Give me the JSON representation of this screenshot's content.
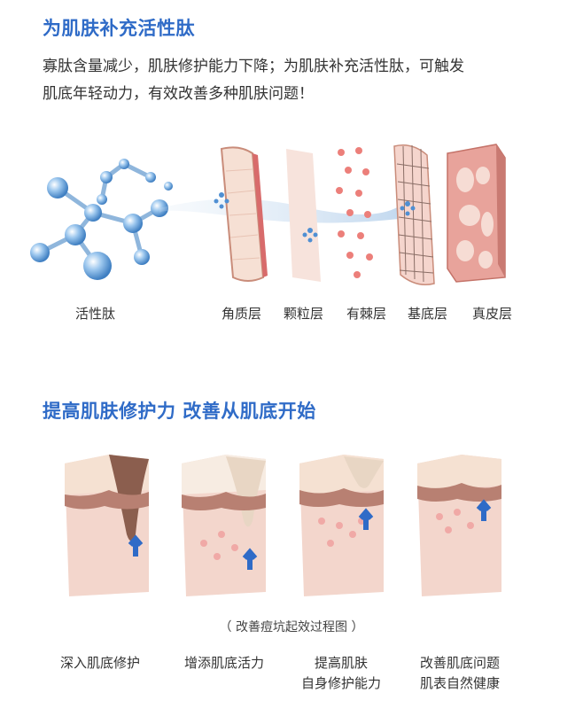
{
  "section1": {
    "title": "为肌肤补充活性肽",
    "desc_line1": "寡肽含量减少，肌肤修护能力下降；为肌肤补充活性肽，可触发",
    "desc_line2": "肌底年轻动力，有效改善多种肌肤问题！",
    "labels": [
      "活性肽",
      "角质层",
      "颗粒层",
      "有棘层",
      "基底层",
      "真皮层"
    ]
  },
  "section2": {
    "title": "提高肌肤修护力 改善从肌底开始",
    "caption": "（ 改善痘坑起效过程图 ）",
    "steps": [
      {
        "line1": "深入肌底修护",
        "line2": ""
      },
      {
        "line1": "增添肌底活力",
        "line2": ""
      },
      {
        "line1": "提高肌肤",
        "line2": "自身修护能力"
      },
      {
        "line1": "改善肌底问题",
        "line2": "肌表自然健康"
      }
    ]
  },
  "colors": {
    "title": "#2f6bc7",
    "arrow": "#2f6bc7",
    "skin": "#f1cfc3",
    "molecule": "#6aa6de"
  }
}
